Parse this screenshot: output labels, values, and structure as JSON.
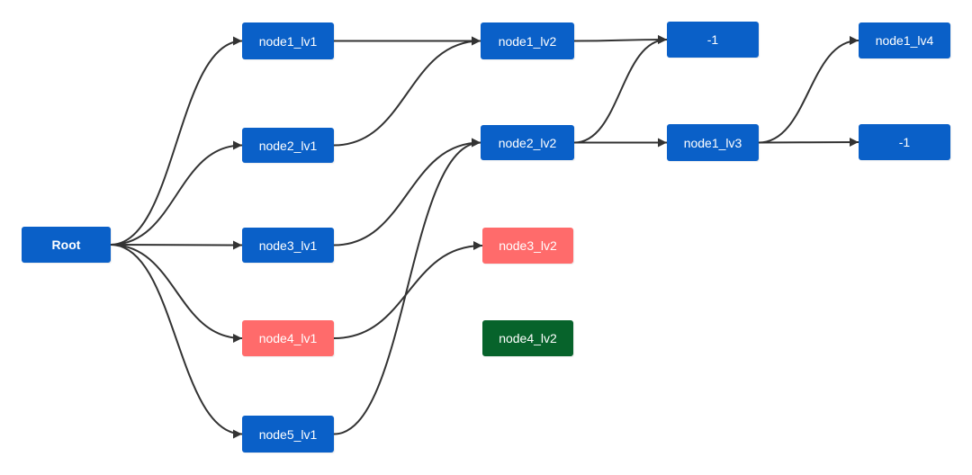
{
  "colors": {
    "default": "#0a60c8",
    "highlight": "#ff6b6b",
    "success": "#07632b",
    "edge": "#333333"
  },
  "nodes": [
    {
      "id": "root",
      "label": "Root",
      "status": "default"
    },
    {
      "id": "node1_lv1",
      "label": "node1_lv1",
      "status": "default"
    },
    {
      "id": "node2_lv1",
      "label": "node2_lv1",
      "status": "default"
    },
    {
      "id": "node3_lv1",
      "label": "node3_lv1",
      "status": "default"
    },
    {
      "id": "node4_lv1",
      "label": "node4_lv1",
      "status": "highlight"
    },
    {
      "id": "node5_lv1",
      "label": "node5_lv1",
      "status": "default"
    },
    {
      "id": "node1_lv2",
      "label": "node1_lv2",
      "status": "default"
    },
    {
      "id": "node2_lv2",
      "label": "node2_lv2",
      "status": "default"
    },
    {
      "id": "node3_lv2",
      "label": "node3_lv2",
      "status": "highlight"
    },
    {
      "id": "node4_lv2",
      "label": "node4_lv2",
      "status": "success"
    },
    {
      "id": "neg1_a",
      "label": "-1",
      "status": "default"
    },
    {
      "id": "node1_lv3",
      "label": "node1_lv3",
      "status": "default"
    },
    {
      "id": "node1_lv4",
      "label": "node1_lv4",
      "status": "default"
    },
    {
      "id": "neg1_b",
      "label": "-1",
      "status": "default"
    }
  ],
  "edges": [
    {
      "from": "root",
      "to": "node1_lv1"
    },
    {
      "from": "root",
      "to": "node2_lv1"
    },
    {
      "from": "root",
      "to": "node3_lv1"
    },
    {
      "from": "root",
      "to": "node4_lv1"
    },
    {
      "from": "root",
      "to": "node5_lv1"
    },
    {
      "from": "node1_lv1",
      "to": "node1_lv2"
    },
    {
      "from": "node2_lv1",
      "to": "node1_lv2"
    },
    {
      "from": "node3_lv1",
      "to": "node2_lv2"
    },
    {
      "from": "node4_lv1",
      "to": "node3_lv2"
    },
    {
      "from": "node5_lv1",
      "to": "node2_lv2"
    },
    {
      "from": "node1_lv2",
      "to": "neg1_a"
    },
    {
      "from": "node2_lv2",
      "to": "neg1_a"
    },
    {
      "from": "node2_lv2",
      "to": "node1_lv3"
    },
    {
      "from": "node1_lv3",
      "to": "node1_lv4"
    },
    {
      "from": "node1_lv3",
      "to": "neg1_b"
    }
  ]
}
